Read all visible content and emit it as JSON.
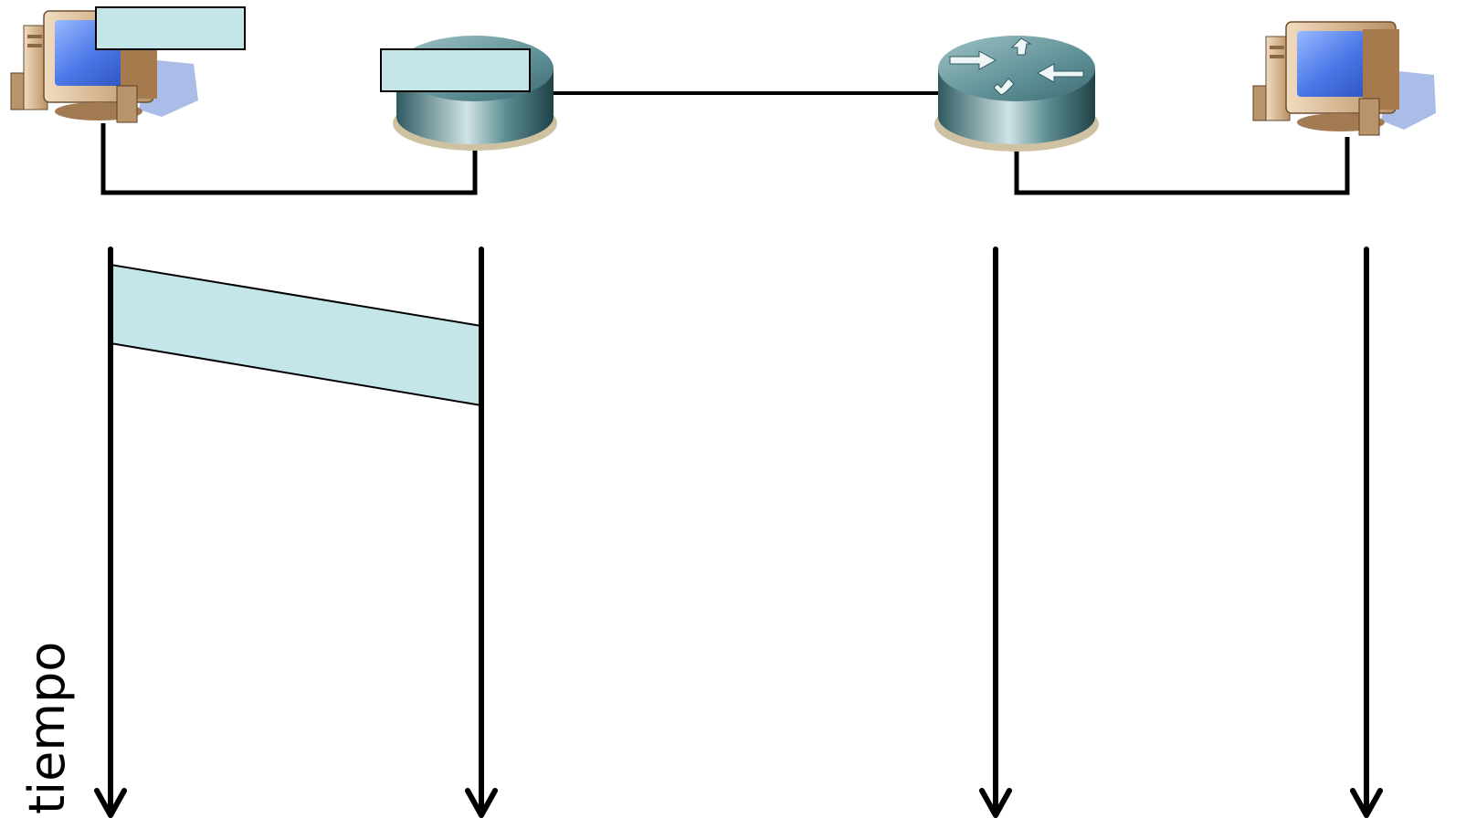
{
  "diagram": {
    "time_axis_label": "tiempo",
    "nodes": [
      {
        "id": "host-a",
        "kind": "computer-icon"
      },
      {
        "id": "router-1",
        "kind": "router-icon"
      },
      {
        "id": "router-2",
        "kind": "router-icon"
      },
      {
        "id": "host-b",
        "kind": "computer-icon"
      }
    ],
    "links": [
      {
        "from": "host-a",
        "to": "router-1"
      },
      {
        "from": "router-1",
        "to": "router-2"
      },
      {
        "from": "router-2",
        "to": "host-b"
      }
    ],
    "timelines": [
      "host-a",
      "router-1",
      "router-2",
      "host-b"
    ],
    "transmissions": [
      {
        "from": "host-a",
        "to": "router-1"
      }
    ],
    "colors": {
      "packet": "#c5e6e8",
      "line": "#000000",
      "router": "#4d8088",
      "monitor_screen": "#4a78e8",
      "computer_body": "#d9b58a"
    }
  }
}
